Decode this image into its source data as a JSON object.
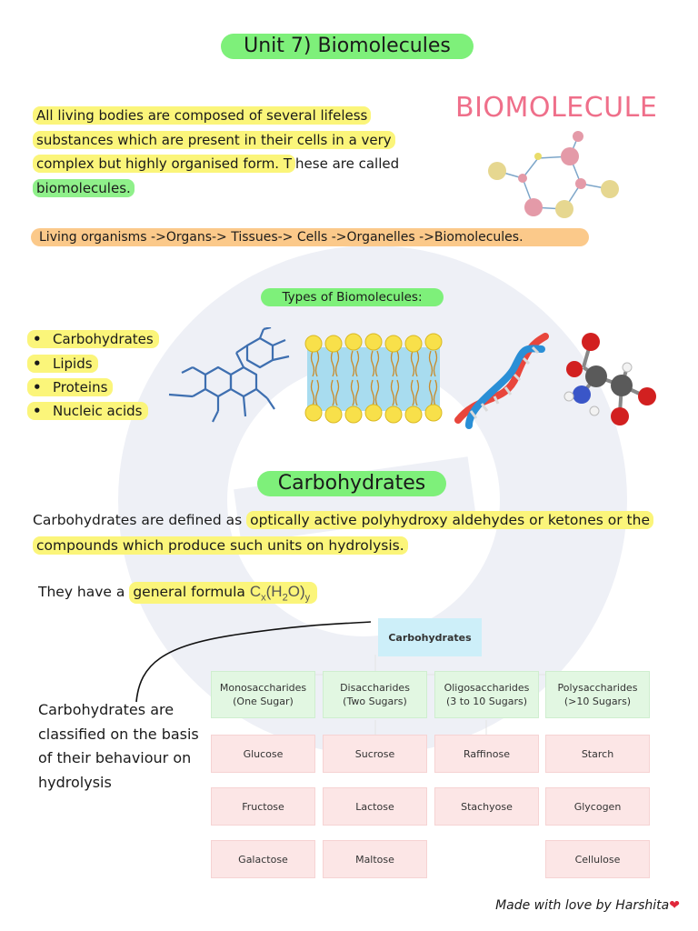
{
  "title": "Unit 7) Biomolecules",
  "intro": {
    "line1": "All living bodies are composed of several lifeless",
    "line2": "substances which are present in their cells in a very",
    "line3_a": "complex but highly organised form. T",
    "line3_b": "hese are called",
    "line4": "biomolecules."
  },
  "header_graphic_text": "BIOMOLECULES",
  "chain": "Living organisms ->Organs-> Tissues-> Cells ->Organelles ->Biomolecules.",
  "types_title": "Types of Biomolecules:",
  "types": [
    "Carbohydrates",
    "Lipids",
    "Proteins",
    "Nucleic acids"
  ],
  "bullet_symbol": "•",
  "carbohydrates": {
    "heading": "Carbohydrates",
    "definition_a": "Carbohydrates are defined as ",
    "definition_b": "optically active polyhydroxy aldehydes or ketones or the",
    "definition_c": "compounds which produce such units on hydrolysis.",
    "formula_intro": "They have a ",
    "formula_label": "general formula ",
    "formula_c": "C",
    "formula_x": "x",
    "formula_h": "(H",
    "formula_2": "2",
    "formula_o": "O)",
    "formula_y": "y",
    "classify_text": "Carbohydrates are classified on the basis of their behaviour on hydrolysis"
  },
  "diagram": {
    "root": "Carbohydrates",
    "categories": [
      {
        "name": "Monosaccharides",
        "sub": "(One Sugar)",
        "items": [
          "Glucose",
          "Fructose",
          "Galactose"
        ]
      },
      {
        "name": "Disaccharides",
        "sub": "(Two Sugars)",
        "items": [
          "Sucrose",
          "Lactose",
          "Maltose"
        ]
      },
      {
        "name": "Oligosaccharides",
        "sub": "(3 to 10 Sugars)",
        "items": [
          "Raffinose",
          "Stachyose",
          ""
        ]
      },
      {
        "name": "Polysaccharides",
        "sub": "(>10 Sugars)",
        "items": [
          "Starch",
          "Glycogen",
          "Cellulose"
        ]
      }
    ]
  },
  "credit": "Made with love by Harshita",
  "credit_heart": "❤",
  "colors": {
    "highlight_yellow": "#fbf57a",
    "highlight_green": "#7ef07a",
    "highlight_orange": "#fbc98a",
    "watermark": "#eef0f6"
  }
}
